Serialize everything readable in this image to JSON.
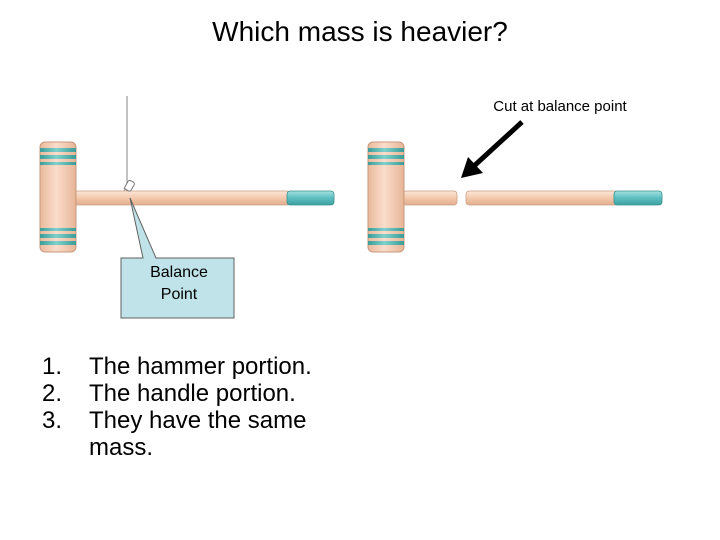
{
  "title": "Which mass is heavier?",
  "annotations": {
    "cut_label": "Cut at balance point",
    "balance_line1": "Balance",
    "balance_line2": "Point"
  },
  "choices": [
    {
      "number": "1.",
      "text": "The hammer portion."
    },
    {
      "number": "2.",
      "text": "The handle portion."
    },
    {
      "number": "3.",
      "text": "They have the same mass."
    }
  ],
  "colors": {
    "hammer_fill": "#f5cfb5",
    "hammer_band": "#4bb3b0",
    "handle_fill": "#f7d3bc",
    "grip_fill": "#62c2c3",
    "callout_fill": "#bfe3e8",
    "arrow": "#000000"
  }
}
